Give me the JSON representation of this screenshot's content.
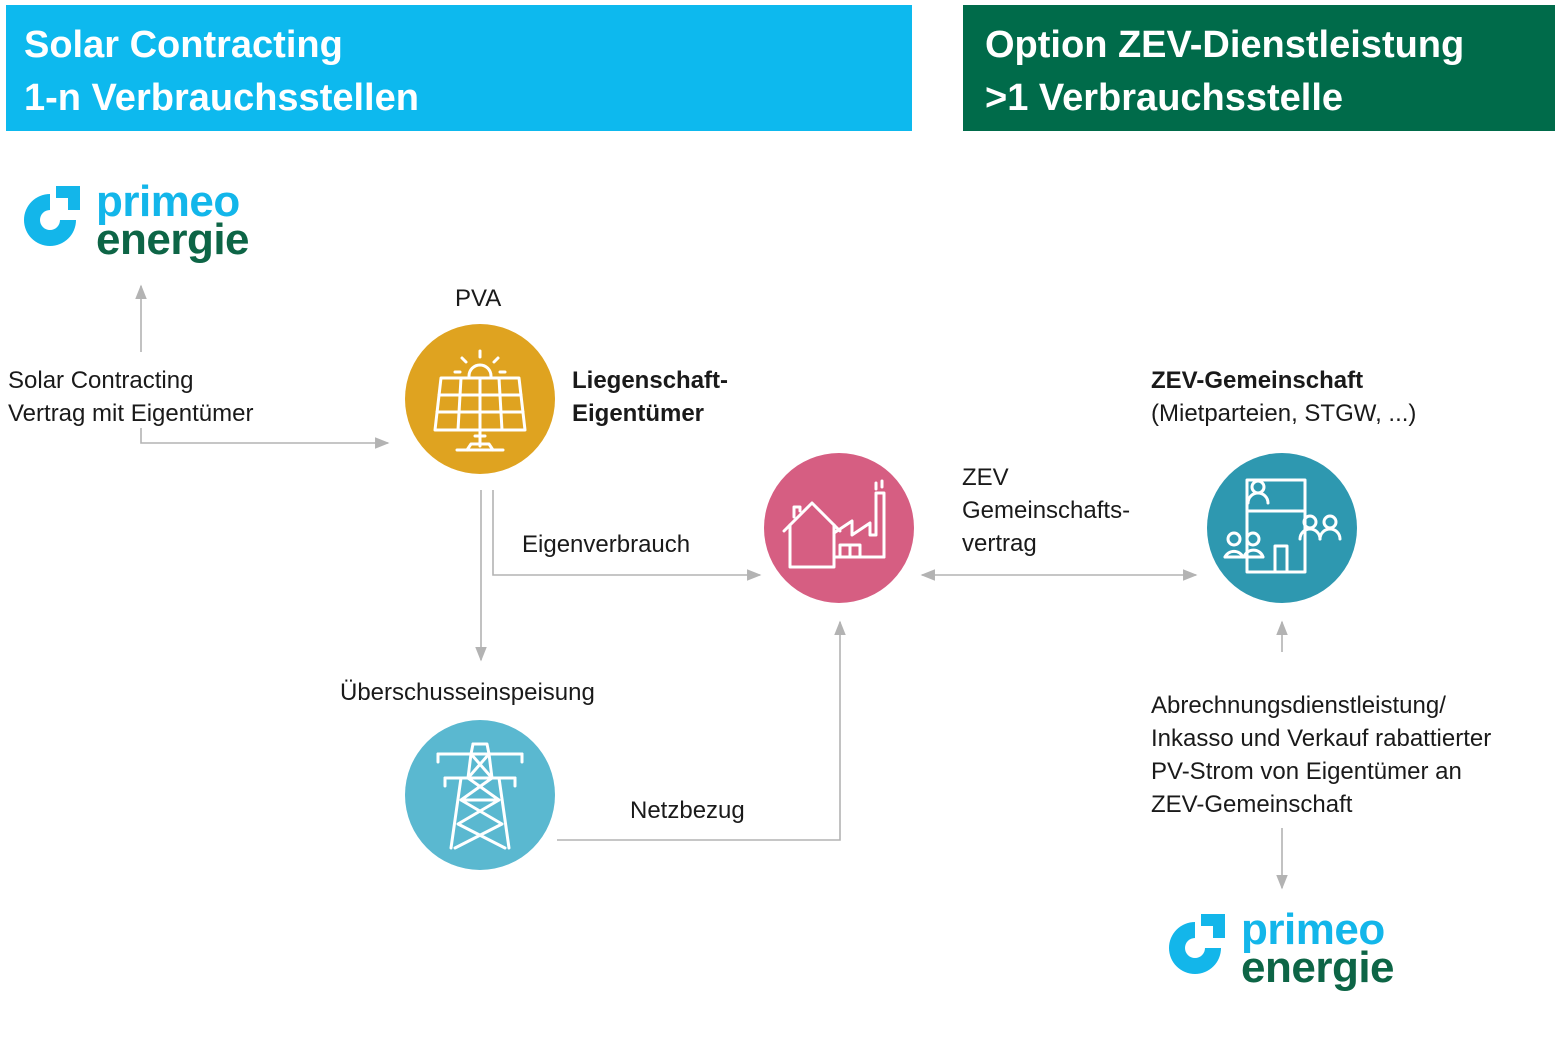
{
  "colors": {
    "header_left": "#0db9ee",
    "header_right": "#006b4a",
    "logo_blue": "#13b6ea",
    "logo_green": "#0d6546",
    "pva_circle": "#dfa320",
    "consumer_circle": "#d65e82",
    "community_circle": "#2e98b0",
    "grid_circle": "#5ab8d0",
    "arrow": "#b3b3b3"
  },
  "header_left": {
    "line1": "Solar Contracting",
    "line2": "1-n Verbrauchsstellen"
  },
  "header_right": {
    "line1": "Option ZEV-Dienstleistung",
    "line2": ">1 Verbrauchsstelle"
  },
  "logo": {
    "word1": "primeo",
    "word2": "energie",
    "icon": "primeo-logo-icon"
  },
  "labels": {
    "solar_contract": {
      "line1": "Solar Contracting",
      "line2": "Vertrag mit Eigentümer"
    },
    "pva": "PVA",
    "owner": {
      "line1": "Liegenschaft-",
      "line2": "Eigentümer"
    },
    "eigenverbrauch": "Eigenverbrauch",
    "ueberschuss": "Überschusseinspeisung",
    "netzbezug": "Netzbezug",
    "zev_contract": {
      "line1": "ZEV",
      "line2": "Gemeinschafts-",
      "line3": "vertrag"
    },
    "zev_community": {
      "title": "ZEV-Gemeinschaft",
      "subtitle": "(Mietparteien, STGW, ...)"
    },
    "billing": {
      "line1": "Abrechnungsdienstleistung/",
      "line2": "Inkasso und Verkauf rabattierter",
      "line3": "PV-Strom von Eigentümer an",
      "line4": "ZEV-Gemeinschaft"
    }
  },
  "icons": {
    "pva": "solar-panel-icon",
    "consumer": "house-factory-icon",
    "community": "community-building-icon",
    "grid": "power-pylon-icon"
  }
}
